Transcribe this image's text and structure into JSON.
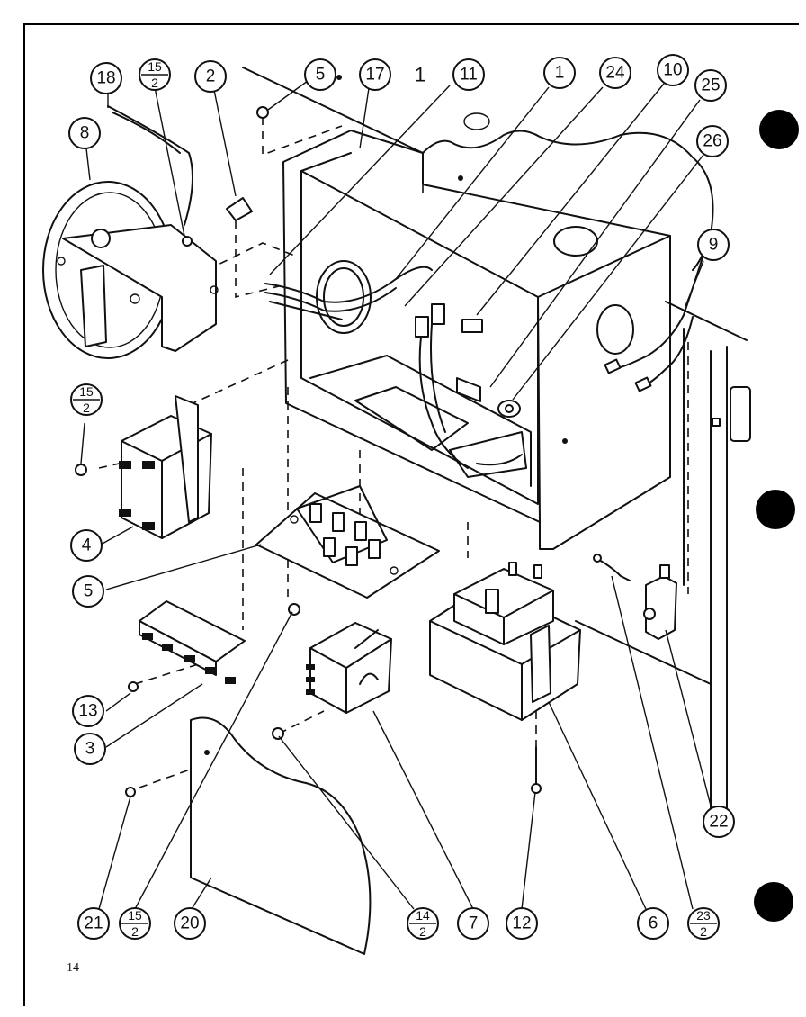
{
  "page_number": "14",
  "callouts": {
    "c18": "18",
    "c15a_num": "15",
    "c15a_den": "2",
    "c2": "2",
    "c5a": "5",
    "c17": "17",
    "c1_bare": "1",
    "c11": "11",
    "c1": "1",
    "c24": "24",
    "c10": "10",
    "c25": "25",
    "c26": "26",
    "c8": "8",
    "c9": "9",
    "c15b_num": "15",
    "c15b_den": "2",
    "c4": "4",
    "c5b": "5",
    "c13": "13",
    "c3": "3",
    "c22": "22",
    "c21": "21",
    "c15c_num": "15",
    "c15c_den": "2",
    "c20": "20",
    "c14_num": "14",
    "c14_den": "2",
    "c7": "7",
    "c12": "12",
    "c6": "6",
    "c23_num": "23",
    "c23_den": "2"
  }
}
